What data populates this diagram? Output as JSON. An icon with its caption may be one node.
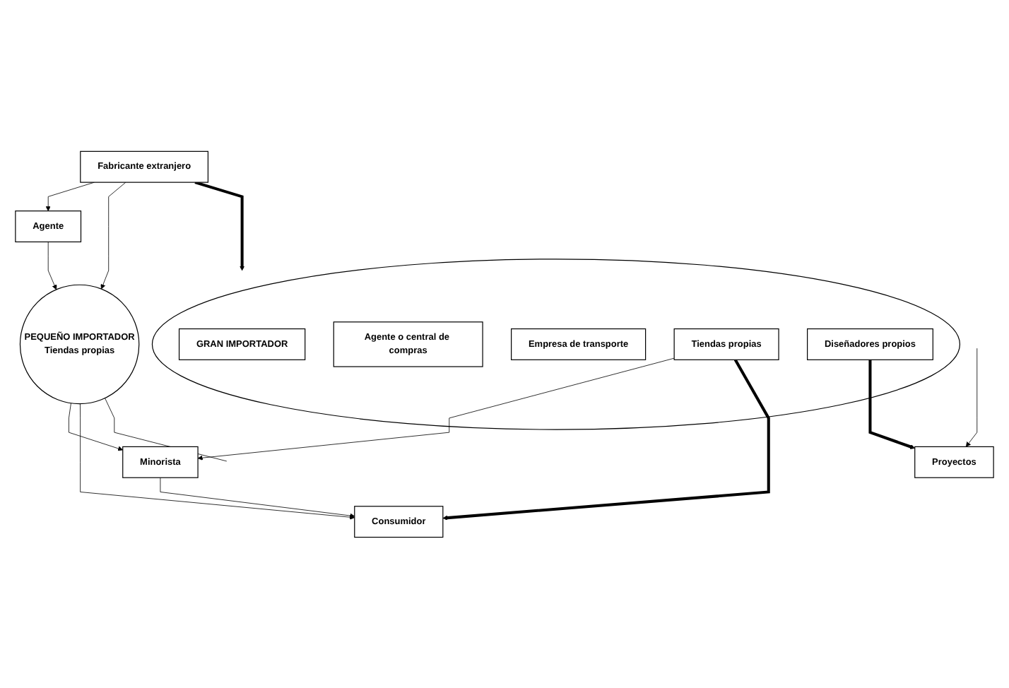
{
  "diagram": {
    "nodes": [
      {
        "text": [
          "Fabricante extranjero"
        ]
      },
      {
        "text": [
          "Agente"
        ]
      },
      {
        "text": [
          "PEQUEÑO IMPORTADOR",
          "Tiendas propias"
        ]
      },
      {
        "text": [],
        "shape": "circle"
      },
      {
        "text": [
          "GRAN IMPORTADOR"
        ],
        "in": 3
      },
      {
        "text": [
          "Agente o central de compras"
        ],
        "in": 3
      },
      {
        "text": [
          "Empresa de transporte"
        ],
        "in": 3
      },
      {
        "text": [
          "Tiendas propias"
        ],
        "in": 3
      },
      {
        "text": [
          "Diseñadores propios"
        ],
        "in": 3
      },
      {
        "text": [
          "Minorista"
        ]
      },
      {
        "text": [
          "Consumidor"
        ]
      },
      {
        "text": [
          "Proyectos"
        ]
      }
    ],
    "edges": [
      {
        "from": 0,
        "to": 1,
        "arrow": "to"
      },
      {
        "from": 0,
        "to": 2,
        "arrow": "to"
      },
      {
        "from": 0,
        "to": 3,
        "arrow": "to",
        "style": "thick"
      },
      {
        "from": 1,
        "to": 2,
        "arrow": "to"
      },
      {
        "from": 2,
        "to": 9,
        "arrow": "to"
      },
      {
        "from": 7,
        "to": 9,
        "arrow": "to"
      },
      {
        "from": 2,
        "to": 10,
        "arrow": "to"
      },
      {
        "from": 9,
        "to": 10,
        "arrow": "to"
      },
      {
        "from": 7,
        "to": 10,
        "arrow": "to",
        "style": "thick"
      },
      {
        "from": 8,
        "to": 11,
        "arrow": "to",
        "style": "thick"
      },
      {
        "from": 2,
        "to": null,
        "arrow": "none"
      },
      {
        "from": null,
        "to": 11,
        "arrow": "to"
      }
    ]
  }
}
